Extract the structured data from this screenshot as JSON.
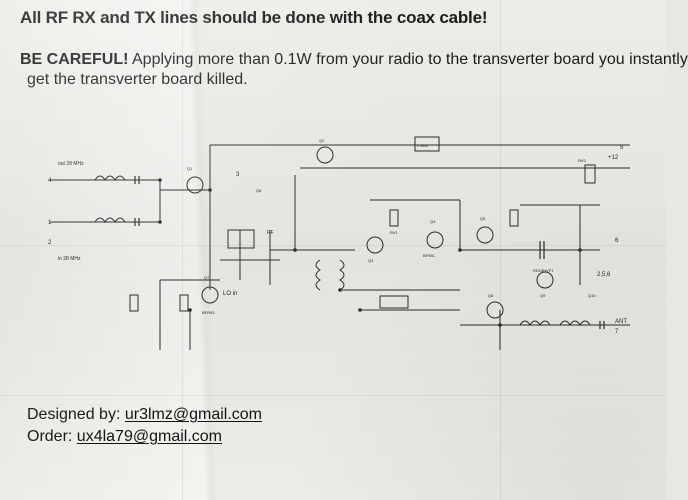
{
  "notice": {
    "title": "All RF RX and TX lines should be done with the coax cable!",
    "warning_bold": "BE CAREFUL!",
    "warning_text": "Applying more than 0.1W from your radio to the transverter board you instantly",
    "warning_text_2": "get the transverter board killed."
  },
  "schematic": {
    "labels": [
      "out 28 MHz",
      "in 28 MHz",
      "LO in",
      "RF",
      "ANT",
      "+12",
      "1",
      "2",
      "3",
      "4",
      "5",
      "6",
      "7",
      "2,5,6",
      "L7805",
      "BF981",
      "RD15HVF1",
      "BFR93",
      "Q1",
      "Q2",
      "Q3",
      "Q4",
      "Q5",
      "Q6",
      "Q7",
      "Q8",
      "Q9",
      "Q10",
      "RV1",
      "RV2"
    ]
  },
  "footer": {
    "designed_by_label": "Designed by:",
    "designed_by_email": "ur3lmz@gmail.com",
    "order_label": "Order:",
    "order_email": "ux4la79@gmail.com"
  },
  "colors": {
    "paper": "#eeece8",
    "ink": "#1b1b1b"
  }
}
